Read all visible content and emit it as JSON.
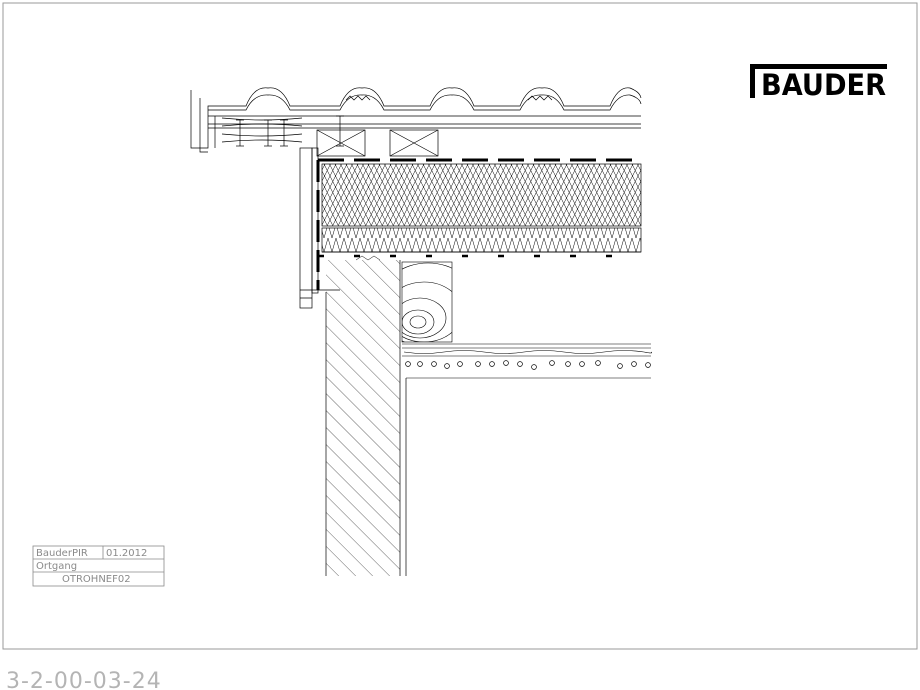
{
  "logo": {
    "text": "BAUDER"
  },
  "title_block": {
    "product": "BauderPIR",
    "date": "01.2012",
    "detail": "Ortgang",
    "drawing_id": "OTROHNEF02"
  },
  "drawing_code": "3-2-00-03-24",
  "colors": {
    "line": "#000000",
    "frame": "#9a9a9a",
    "title_text": "#8a8a8a",
    "code_text": "#b4b4b4"
  }
}
